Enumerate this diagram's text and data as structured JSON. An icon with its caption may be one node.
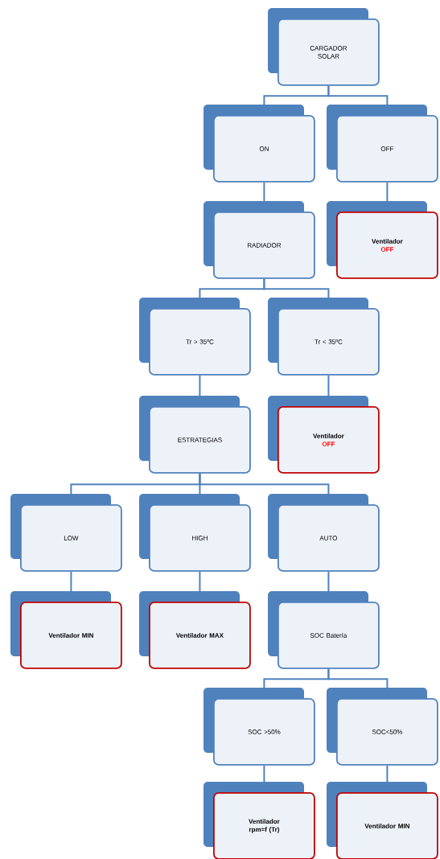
{
  "diagram": {
    "nodes": [
      {
        "text": [
          "CARGADOR SOLAR"
        ]
      },
      {
        "text": [
          "ON"
        ]
      },
      {
        "text": [
          "OFF"
        ]
      },
      {
        "text": [
          "RADIADOR"
        ]
      },
      {
        "text": [
          "Ventilador",
          "OFF"
        ]
      },
      {
        "text": [
          "Tr > 35ºC"
        ]
      },
      {
        "text": [
          "Tr < 35ºC"
        ]
      },
      {
        "text": [
          "ESTRATEGIAS"
        ]
      },
      {
        "text": [
          "Ventilador",
          "OFF"
        ]
      },
      {
        "text": [
          "LOW"
        ]
      },
      {
        "text": [
          "HIGH"
        ]
      },
      {
        "text": [
          "AUTO"
        ]
      },
      {
        "text": [
          "Ventilador MIN"
        ]
      },
      {
        "text": [
          "Ventilador MAX"
        ]
      },
      {
        "text": [
          "SOC Batería"
        ]
      },
      {
        "text": [
          "SOC >50%"
        ]
      },
      {
        "text": [
          "SOC<50%"
        ]
      },
      {
        "text": [
          "Ventilador rpm=f (Tr)"
        ]
      },
      {
        "text": [
          "Ventilador MIN"
        ]
      }
    ],
    "edges": [
      {
        "from": 0,
        "to": 1,
        "arrow": "none"
      },
      {
        "from": 0,
        "to": 2,
        "arrow": "none"
      },
      {
        "from": 1,
        "to": 3,
        "arrow": "none"
      },
      {
        "from": 2,
        "to": 4,
        "arrow": "none"
      },
      {
        "from": 3,
        "to": 5,
        "arrow": "none"
      },
      {
        "from": 3,
        "to": 6,
        "arrow": "none"
      },
      {
        "from": 5,
        "to": 7,
        "arrow": "none"
      },
      {
        "from": 6,
        "to": 8,
        "arrow": "none"
      },
      {
        "from": 7,
        "to": 9,
        "arrow": "none"
      },
      {
        "from": 7,
        "to": 10,
        "arrow": "none"
      },
      {
        "from": 7,
        "to": 11,
        "arrow": "none"
      },
      {
        "from": 9,
        "to": 12,
        "arrow": "none"
      },
      {
        "from": 10,
        "to": 13,
        "arrow": "none"
      },
      {
        "from": 11,
        "to": 14,
        "arrow": "none"
      },
      {
        "from": 14,
        "to": 15,
        "arrow": "none"
      },
      {
        "from": 14,
        "to": 16,
        "arrow": "none"
      },
      {
        "from": 15,
        "to": 17,
        "arrow": "none"
      },
      {
        "from": 16,
        "to": 18,
        "arrow": "none"
      }
    ]
  }
}
